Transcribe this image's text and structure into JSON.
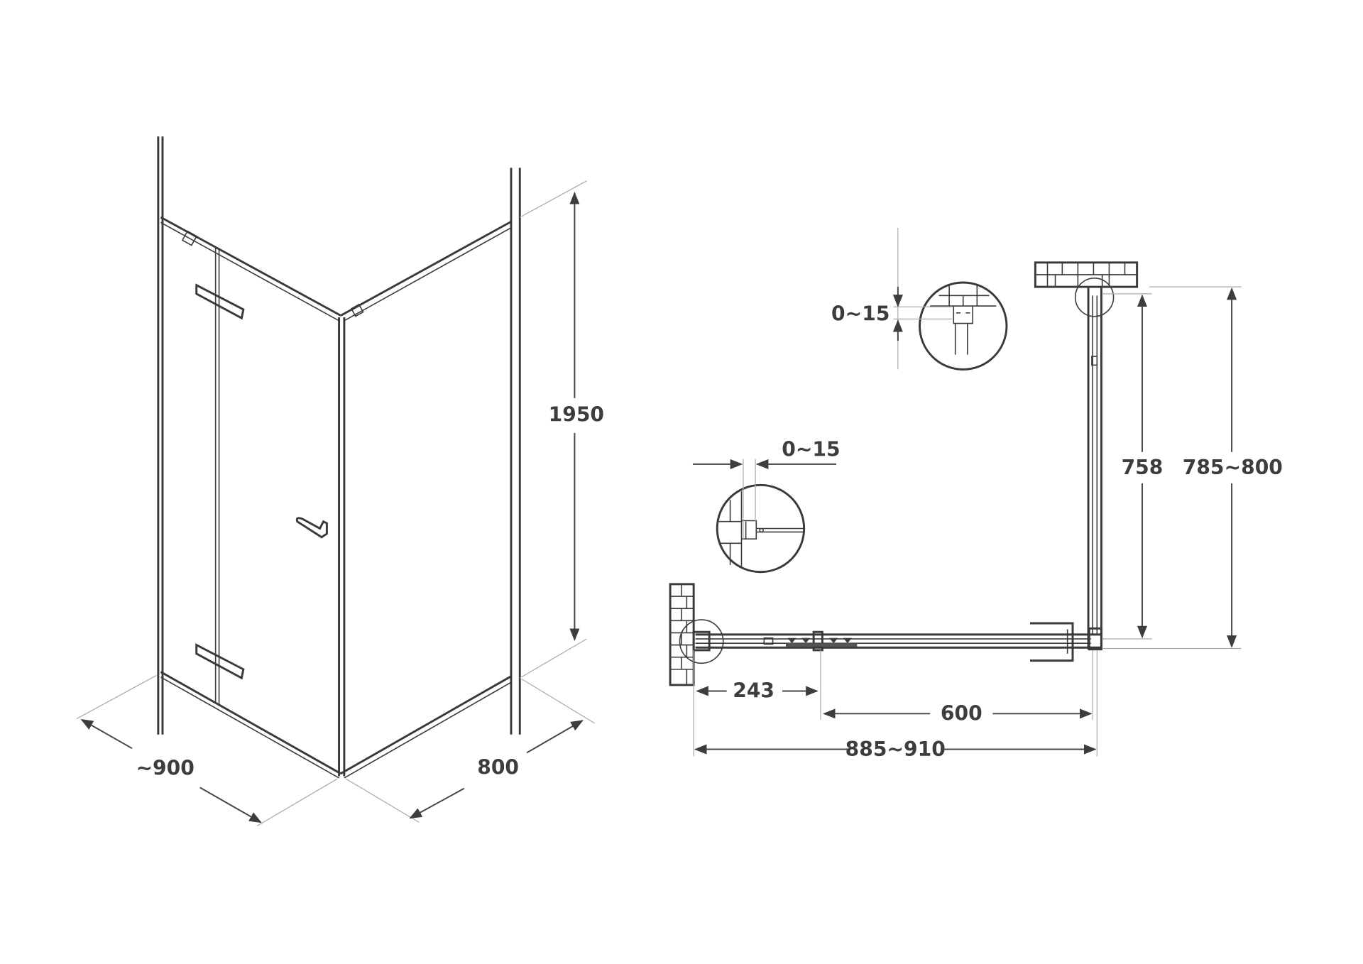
{
  "iso_view": {
    "height_label": "1950",
    "width_label": "~900",
    "depth_label": "800"
  },
  "plan_view": {
    "detail_top_gap_label": "0~15",
    "detail_side_gap_label": "0~15",
    "inner_depth_label": "758",
    "outer_depth_label": "785~800",
    "fixed_panel_label": "243",
    "door_opening_label": "600",
    "overall_width_label": "885~910"
  },
  "colors": {
    "line": "#3a3a3a",
    "extension": "#aaaaaa",
    "background": "#ffffff"
  }
}
